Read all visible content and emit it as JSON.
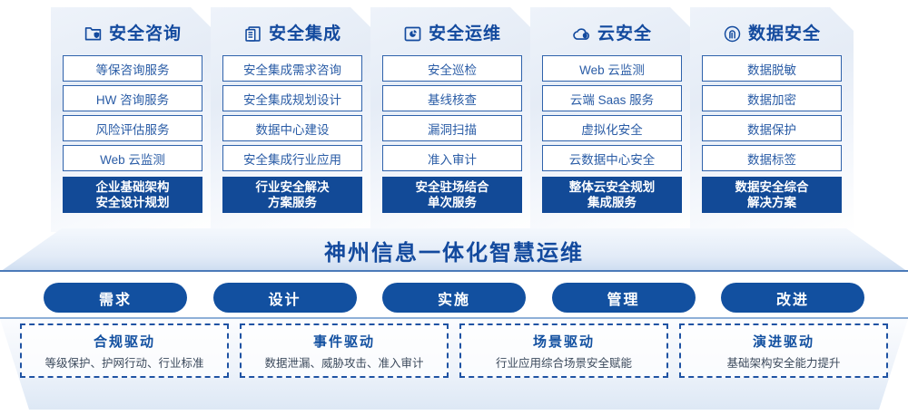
{
  "columns": [
    {
      "icon": "folder-shield-icon",
      "title": "安全咨询",
      "items": [
        "等保咨询服务",
        "HW 咨询服务",
        "风险评估服务",
        "Web 云监测"
      ],
      "footer": [
        "企业基础架构",
        "安全设计规划"
      ]
    },
    {
      "icon": "stacked-documents-icon",
      "title": "安全集成",
      "items": [
        "安全集成需求咨询",
        "安全集成规划设计",
        "数据中心建设",
        "安全集成行业应用"
      ],
      "footer": [
        "行业安全解决",
        "方案服务"
      ]
    },
    {
      "icon": "monitor-chart-icon",
      "title": "安全运维",
      "items": [
        "安全巡检",
        "基线核查",
        "漏洞扫描",
        "准入审计"
      ],
      "footer": [
        "安全驻场结合",
        "单次服务"
      ]
    },
    {
      "icon": "cloud-icon",
      "title": "云安全",
      "items": [
        "Web 云监测",
        "云端 Saas 服务",
        "虚拟化安全",
        "云数据中心安全"
      ],
      "footer": [
        "整体云安全规划",
        "集成服务"
      ]
    },
    {
      "icon": "fingerprint-icon",
      "title": "数据安全",
      "items": [
        "数据脱敏",
        "数据加密",
        "数据保护",
        "数据标签"
      ],
      "footer": [
        "数据安全综合",
        "解决方案"
      ]
    }
  ],
  "banner": {
    "text": "神州信息一体化智慧运维"
  },
  "stages": [
    {
      "label": "需求"
    },
    {
      "label": "设计"
    },
    {
      "label": "实施"
    },
    {
      "label": "管理"
    },
    {
      "label": "改进"
    }
  ],
  "drivers": [
    {
      "title": "合规驱动",
      "subtitle": "等级保护、护网行动、行业标准"
    },
    {
      "title": "事件驱动",
      "subtitle": "数据泄漏、威胁攻击、准入审计"
    },
    {
      "title": "场景驱动",
      "subtitle": "行业应用综合场景安全赋能"
    },
    {
      "title": "演进驱动",
      "subtitle": "基础架构安全能力提升"
    }
  ],
  "colors": {
    "primary_blue": "#1250a0",
    "title_blue": "#134a9e",
    "item_border": "#2f62ab",
    "item_text": "#2a5ca6",
    "dashed_border": "#1f53a3"
  }
}
